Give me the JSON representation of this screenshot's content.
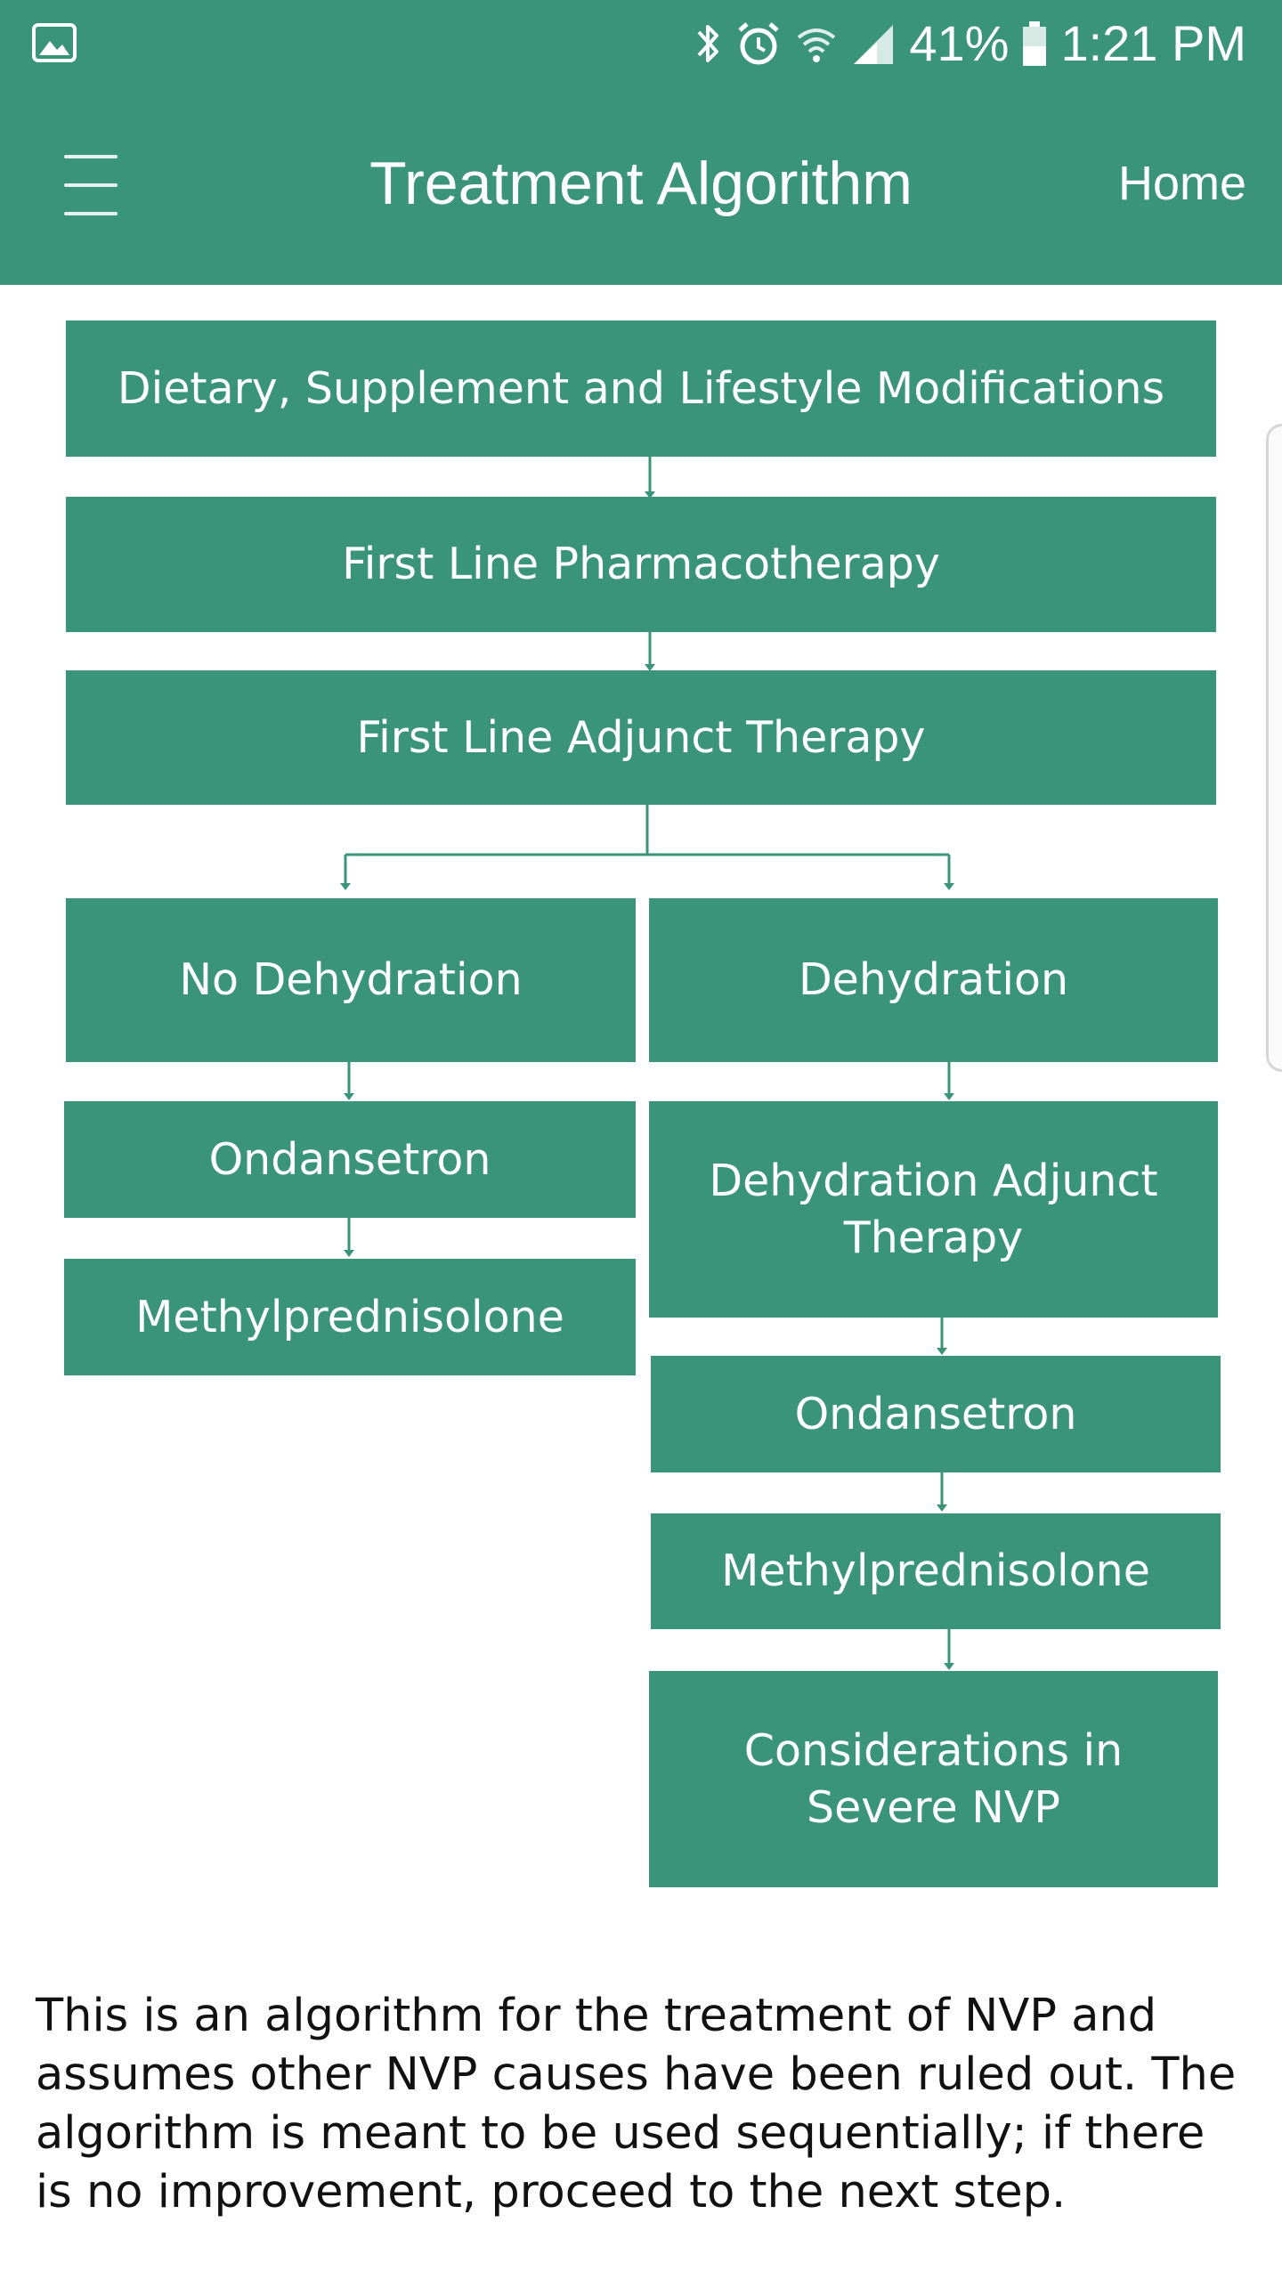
{
  "status_bar": {
    "battery": "41%",
    "time": "1:21 PM",
    "icons": [
      "gallery-notification-icon",
      "bluetooth-icon",
      "alarm-icon",
      "wifi-icon",
      "signal-icon",
      "battery-icon"
    ]
  },
  "toolbar": {
    "title": "Treatment Algorithm",
    "home_label": "Home",
    "menu_icon": "hamburger-menu-icon"
  },
  "colors": {
    "primary": "#3a9478",
    "text_on_primary": "#ffffff",
    "body_text": "#111111"
  },
  "algorithm": {
    "steps": [
      "Dietary, Supplement and Lifestyle Modifications",
      "First Line Pharmacotherapy",
      "First Line Adjunct Therapy"
    ],
    "no_dehydration": {
      "title": "No Dehydration",
      "steps": [
        "Ondansetron",
        "Methylprednisolone"
      ]
    },
    "dehydration": {
      "title": "Dehydration",
      "steps": [
        "Dehydration Adjunct Therapy",
        "Ondansetron",
        "Methylprednisolone",
        "Considerations in Severe NVP"
      ]
    }
  },
  "description": "This is an algorithm for the treatment of NVP and assumes other NVP causes have been ruled out. The algorithm is meant to be used sequentially; if there is no improvement, proceed to the next step."
}
